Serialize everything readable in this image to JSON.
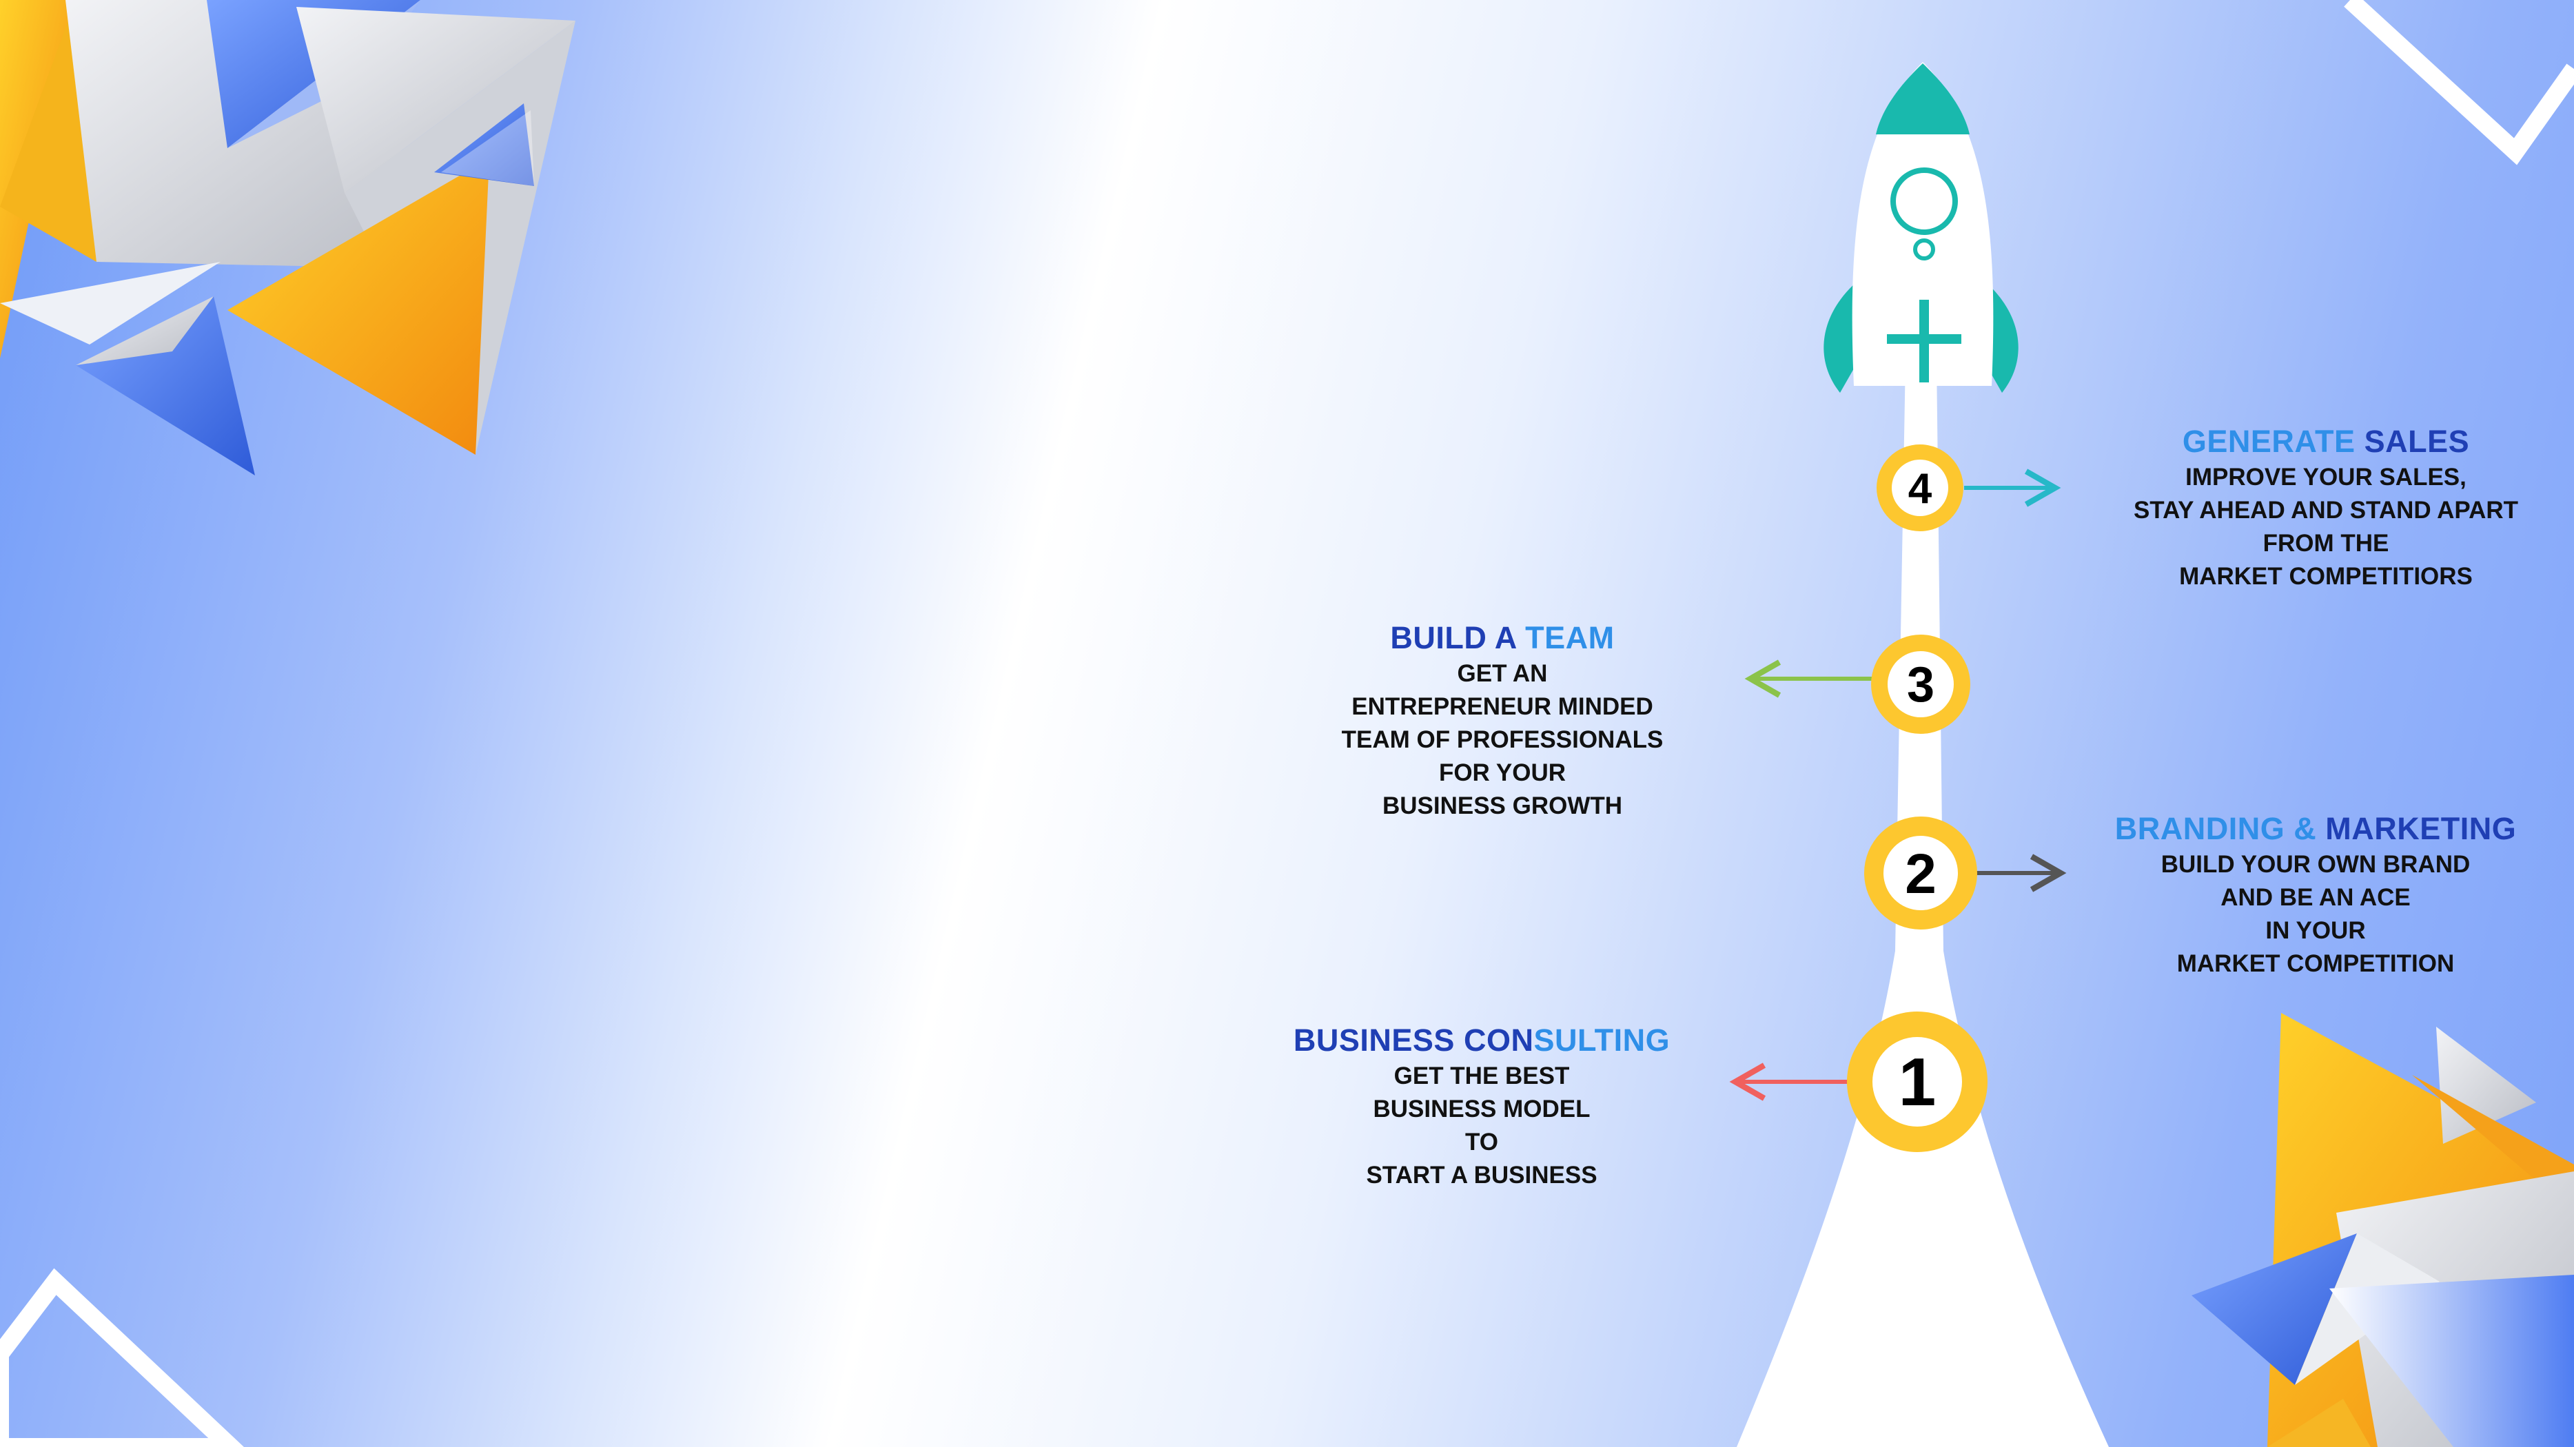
{
  "steps": [
    {
      "number": "1",
      "title_part1": "BUSINESS CON",
      "title_part2": "SULTING",
      "lines": [
        "GET THE BEST",
        "BUSINESS MODEL",
        "TO",
        "START A BUSINESS"
      ],
      "arrow_color": "#f0605e",
      "direction": "left"
    },
    {
      "number": "2",
      "title_part1": "BRANDING & ",
      "title_part2": "MARKETING",
      "lines": [
        "BUILD YOUR OWN BRAND",
        "AND BE AN ACE",
        "IN YOUR",
        "MARKET COMPETITION"
      ],
      "arrow_color": "#555555",
      "direction": "right"
    },
    {
      "number": "3",
      "title_part1": "BUILD A ",
      "title_part2": "TEAM",
      "lines": [
        "GET AN",
        "ENTREPRENEUR MINDED",
        "TEAM OF PROFESSIONALS",
        "FOR YOUR",
        "BUSINESS GROWTH"
      ],
      "arrow_color": "#8bc34a",
      "direction": "left"
    },
    {
      "number": "4",
      "title_part1": "GENERATE ",
      "title_part2": "SALES",
      "lines": [
        "IMPROVE YOUR SALES,",
        "STAY AHEAD AND STAND APART",
        "FROM THE",
        "MARKET COMPETITIORS"
      ],
      "arrow_color": "#26b8c8",
      "direction": "right"
    }
  ],
  "colors": {
    "circle_fill": "#fdc72f",
    "rocket_accent": "#19b9ad",
    "title_dark": "#1f3fb4",
    "title_light": "#2f8fe8",
    "triangle_orange": "#f7a21b",
    "triangle_blue": "#4f7df2",
    "triangle_gray": "#d4d6dc"
  }
}
